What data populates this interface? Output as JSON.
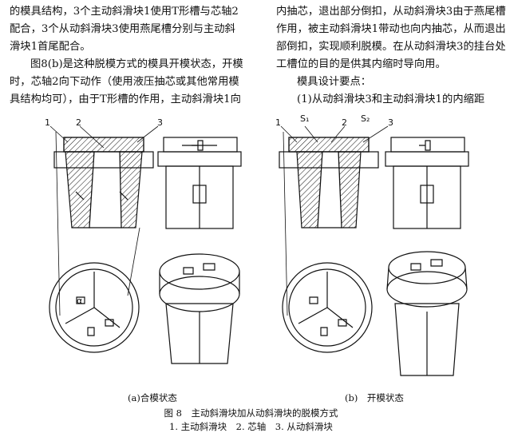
{
  "left_column": {
    "lines": [
      "的模具结构，3个主动斜滑块1使用T形槽与芯轴2",
      "配合，3个从动斜滑块3使用燕尾槽分别与主动斜",
      "滑块1首尾配合。",
      "图8(b)是这种脱模方式的模具开模状态，开模",
      "时，芯轴2向下动作（使用液压抽芯或其他常用模",
      "具结构均可），由于T形槽的作用，主动斜滑块1向"
    ]
  },
  "right_column": {
    "lines": [
      "内抽芯，退出部分倒扣，从动斜滑块3由于燕尾槽",
      "作用，被主动斜滑块1带动也向内抽芯，从而退出",
      "部倒扣，实现顺利脱模。在从动斜滑块3的挂台处",
      "工槽位的目的是供其内缩时导向用。",
      "模具设计要点：",
      "(1)从动斜滑块3和主动斜滑块1的内缩距"
    ]
  },
  "figure": {
    "left_labels": [
      "1",
      "2",
      "3"
    ],
    "right_labels": [
      "1",
      "S₁",
      "2",
      "S₂",
      "3"
    ],
    "sub_a": "(a)合模状态",
    "sub_b": "(b)　开模状态",
    "title": "图 8　主动斜滑块加从动斜滑块的脱模方式",
    "legend": "1. 主动斜滑块　2. 芯轴　3. 从动斜滑块",
    "small_label": "α"
  }
}
